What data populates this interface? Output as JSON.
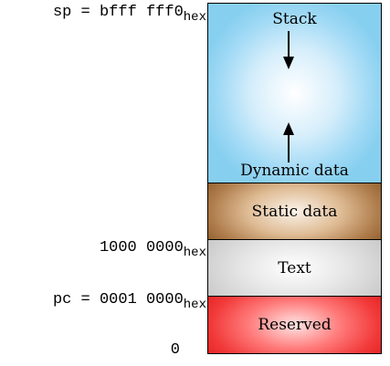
{
  "addresses": {
    "sp": {
      "value": "sp = bfff fff0",
      "suffix": "hex"
    },
    "text": {
      "value": "1000 0000",
      "suffix": "hex"
    },
    "pc": {
      "value": "pc = 0001 0000",
      "suffix": "hex"
    },
    "zero": {
      "value": "0"
    }
  },
  "segments": {
    "stack": {
      "label": "Stack",
      "color": "#87cfef"
    },
    "dynamic": {
      "label": "Dynamic data"
    },
    "static": {
      "label": "Static data",
      "color": "#94622f"
    },
    "text": {
      "label": "Text",
      "color": "#c8c8c8"
    },
    "reserved": {
      "label": "Reserved",
      "color": "#e52424"
    }
  },
  "arrows": {
    "stack": "arrow-down-icon",
    "dynamic": "arrow-up-icon"
  }
}
